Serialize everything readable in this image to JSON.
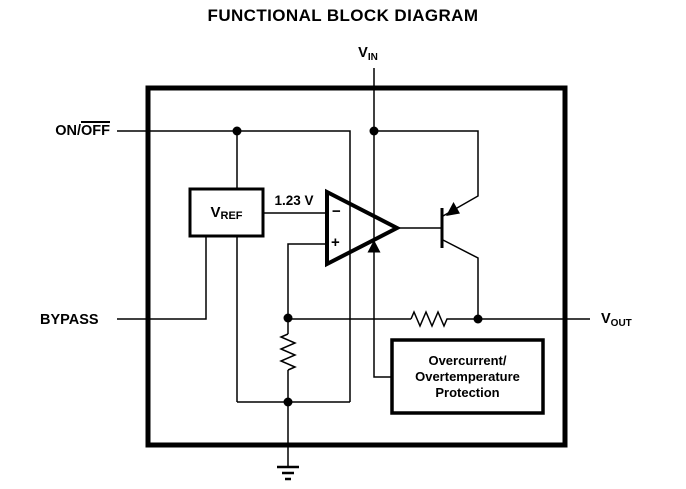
{
  "title": "FUNCTIONAL BLOCK DIAGRAM",
  "colors": {
    "ink": "#000000",
    "background": "#ffffff"
  },
  "pins": {
    "vin": {
      "symbol": "V",
      "subscript": "IN"
    },
    "vout": {
      "symbol": "V",
      "subscript": "OUT"
    },
    "onoff": {
      "prefix": "ON/",
      "overlined": "OFF"
    },
    "bypass": {
      "label": "BYPASS"
    }
  },
  "blocks": {
    "vref": {
      "symbol": "V",
      "subscript": "REF"
    },
    "protection": {
      "line1": "Overcurrent/",
      "line2": "Overtemperature",
      "line3": "Protection"
    }
  },
  "error_amplifier": {
    "reference_voltage": "1.23 V",
    "minus_input": "−",
    "plus_input": "+"
  }
}
